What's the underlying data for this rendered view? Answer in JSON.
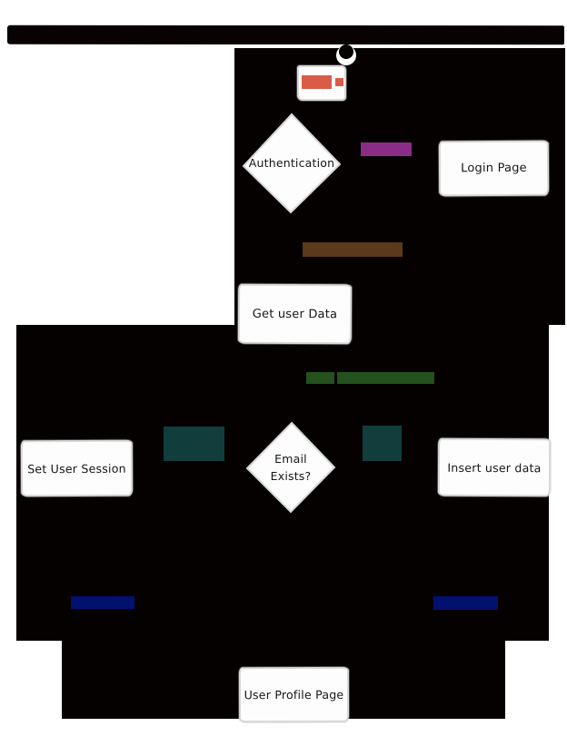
{
  "flowchart": {
    "canvas_color": "#060101",
    "title_bar_color": "#090202",
    "node_fill": "#fdfdfd",
    "nodes": {
      "authentication": {
        "label": "Authentication"
      },
      "email_exists": {
        "label": "Email Exists?",
        "line1": "Email",
        "line2": "Exists?"
      },
      "login_page": {
        "label": "Login Page"
      },
      "get_user_data": {
        "label": "Get user Data"
      },
      "set_user_session": {
        "label": "Set User Session"
      },
      "insert_user_data": {
        "label": "Insert user data"
      },
      "user_profile_page": {
        "label": "User Profile Page"
      }
    },
    "edge_labels": {
      "start_label": {
        "color": "#d95c49"
      },
      "to_login": {
        "color": "#8b2d87"
      },
      "to_get_user_data": {
        "color": "#5a3a18"
      },
      "to_email_exists": {
        "color": "#24511d"
      },
      "email_yes": {
        "color": "#113d3d"
      },
      "email_no": {
        "color": "#113d3d"
      },
      "session_to_profile": {
        "color": "#02106f"
      },
      "insert_to_profile": {
        "color": "#02106f"
      }
    }
  }
}
